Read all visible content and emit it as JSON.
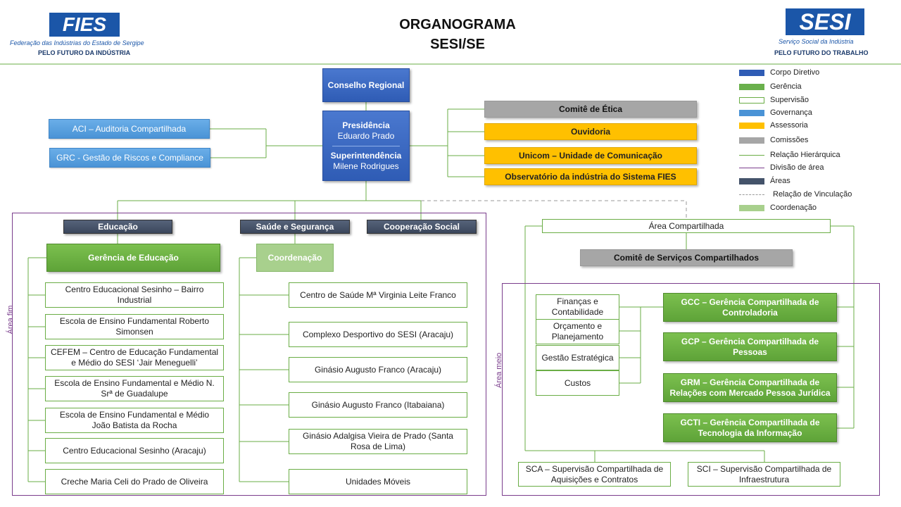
{
  "header": {
    "title_line1": "ORGANOGRAMA",
    "title_line2": "SESI/SE",
    "left_logo": {
      "mark": "FIES",
      "subtitle": "Federação das Indústrias do Estado de Sergipe",
      "tagline": "PELO FUTURO DA INDÚSTRIA"
    },
    "right_logo": {
      "mark": "SESI",
      "subtitle": "Serviço Social da Indústria",
      "tagline": "PELO FUTURO DO TRABALHO"
    }
  },
  "top": {
    "conselho": "Conselho Regional",
    "presidencia_title": "Presidência",
    "presidencia_name": "Eduardo Prado",
    "superintendencia_title": "Superintendência",
    "superintendencia_name": "Milene Rodrigues"
  },
  "governance": [
    "ACI – Auditoria Compartilhada",
    "GRC - Gestão de Riscos e Compliance"
  ],
  "right_units": {
    "comite_etica": "Comitê de Ética",
    "ouvidoria": "Ouvidoria",
    "unicom": "Unicom – Unidade de Comunicação",
    "observatorio": "Observatório da indústria do Sistema FIES"
  },
  "legend": [
    {
      "label": "Corpo Diretivo",
      "color": "#2f5cb5"
    },
    {
      "label": "Gerência",
      "color": "#6ab04c"
    },
    {
      "label": "Supervisão",
      "color": "#ffffff"
    },
    {
      "label": "Governança",
      "color": "#4a93d6"
    },
    {
      "label": "Assessoria",
      "color": "#ffc000"
    },
    {
      "label": "Comissões",
      "color": "#a6a6a6"
    },
    {
      "label": "Relação Hierárquica",
      "color": "#6aad45"
    },
    {
      "label": "Divisão de área",
      "color": "#7a3d8c"
    },
    {
      "label": "Áreas",
      "color": "#44536a"
    },
    {
      "label": "Relação de Vinculação",
      "color": "#999999"
    },
    {
      "label": "Coordenação",
      "color": "#a8d08d"
    }
  ],
  "area_fim": {
    "label": "Área fim",
    "areas": [
      "Educação",
      "Saúde e Segurança",
      "Cooperação Social"
    ],
    "gerencia_educacao": "Gerência de Educação",
    "educacao_units": [
      "Centro Educacional Sesinho – Bairro Industrial",
      "Escola de Ensino Fundamental Roberto Simonsen",
      "CEFEM – Centro de Educação Fundamental e Médio do SESI ‘Jair Meneguelli’",
      "Escola de Ensino Fundamental e Médio N. Srª de Guadalupe",
      "Escola de Ensino Fundamental e Médio João Batista da Rocha",
      "Centro Educacional Sesinho (Aracaju)",
      "Creche Maria Celi do Prado de Oliveira"
    ],
    "coordenacao": "Coordenação",
    "saude_units": [
      "Centro de Saúde Mª Virginia Leite Franco",
      "Complexo Desportivo do SESI (Aracaju)",
      "Ginásio Augusto Franco (Aracaju)",
      "Ginásio Augusto Franco (Itabaiana)",
      "Ginásio Adalgisa Vieira de Prado (Santa Rosa de Lima)",
      "Unidades Móveis"
    ]
  },
  "area_meio": {
    "label": "Área meio",
    "area_compartilhada": "Área Compartilhada",
    "comite_servicos": "Comitê de Serviços Compartilhados",
    "supervisoes": [
      "Finanças e Contabilidade",
      "Orçamento e Planejamento",
      "Gestão Estratégica",
      "Custos"
    ],
    "gerencias": [
      "GCC – Gerência Compartilhada de Controladoria",
      "GCP – Gerência Compartilhada de Pessoas",
      "GRM – Gerência Compartilhada de Relações com Mercado Pessoa Jurídica",
      "GCTI – Gerência Compartilhada de Tecnologia da Informação"
    ],
    "bottom_supervisoes": [
      "SCA – Supervisão Compartilhada de Aquisições e Contratos",
      "SCI – Supervisão Compartilhada de Infraestrutura"
    ]
  }
}
